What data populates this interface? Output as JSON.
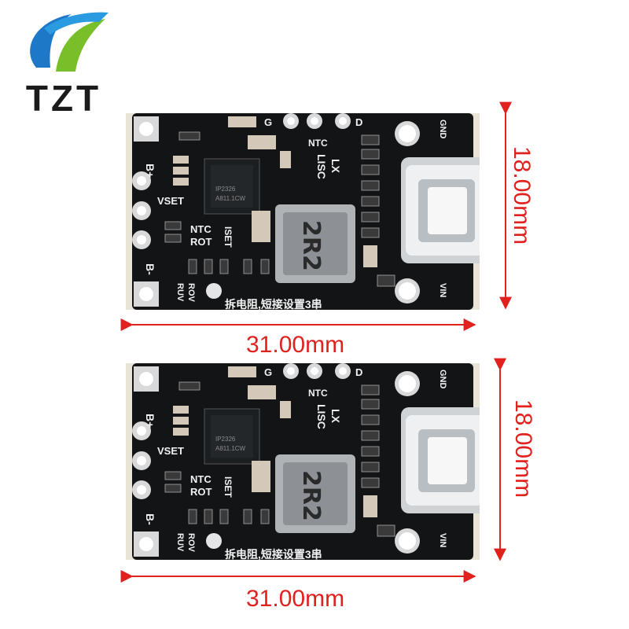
{
  "brand": {
    "logo_text": "TZT"
  },
  "boards": [
    {
      "id": "top",
      "width_label": "31.00mm",
      "height_label": "18.00mm",
      "silkscreen": {
        "g": "G",
        "d": "D",
        "ntc_top": "NTC",
        "gnd": "GND",
        "vin": "VIN",
        "b_plus": "B+",
        "b_minus": "B-",
        "vset": "VSET",
        "ntc": "NTC",
        "rot": "ROT",
        "iset": "ISET",
        "ruv": "RUV",
        "rov": "ROV",
        "lx": "LX",
        "lisc": "LISC",
        "bottom_note": "拆电阻,短接设置3串",
        "chip_part": "IP2326",
        "chip_code": "A811.1CW",
        "inductor": "2R2"
      }
    },
    {
      "id": "bottom",
      "width_label": "31.00mm",
      "height_label": "18.00mm",
      "silkscreen": {
        "g": "G",
        "d": "D",
        "ntc_top": "NTC",
        "gnd": "GND",
        "vin": "VIN",
        "b_plus": "B+",
        "b_minus": "B-",
        "vset": "VSET",
        "ntc": "NTC",
        "rot": "ROT",
        "iset": "ISET",
        "ruv": "RUV",
        "rov": "ROV",
        "lx": "LX",
        "lisc": "LISC",
        "bottom_note": "拆电阻,短接设置3串",
        "chip_part": "IP2326",
        "chip_code": "A811.1CW",
        "inductor": "2R2"
      }
    }
  ],
  "colors": {
    "pcb": "#121416",
    "pad": "#d9d9d9",
    "dimension": "#e0211d",
    "logo_blue": "#1e78c8",
    "logo_green": "#79bf2a"
  },
  "icons": {
    "logo": "tzt-logo-icon",
    "usb": "usb-c-port-icon"
  }
}
